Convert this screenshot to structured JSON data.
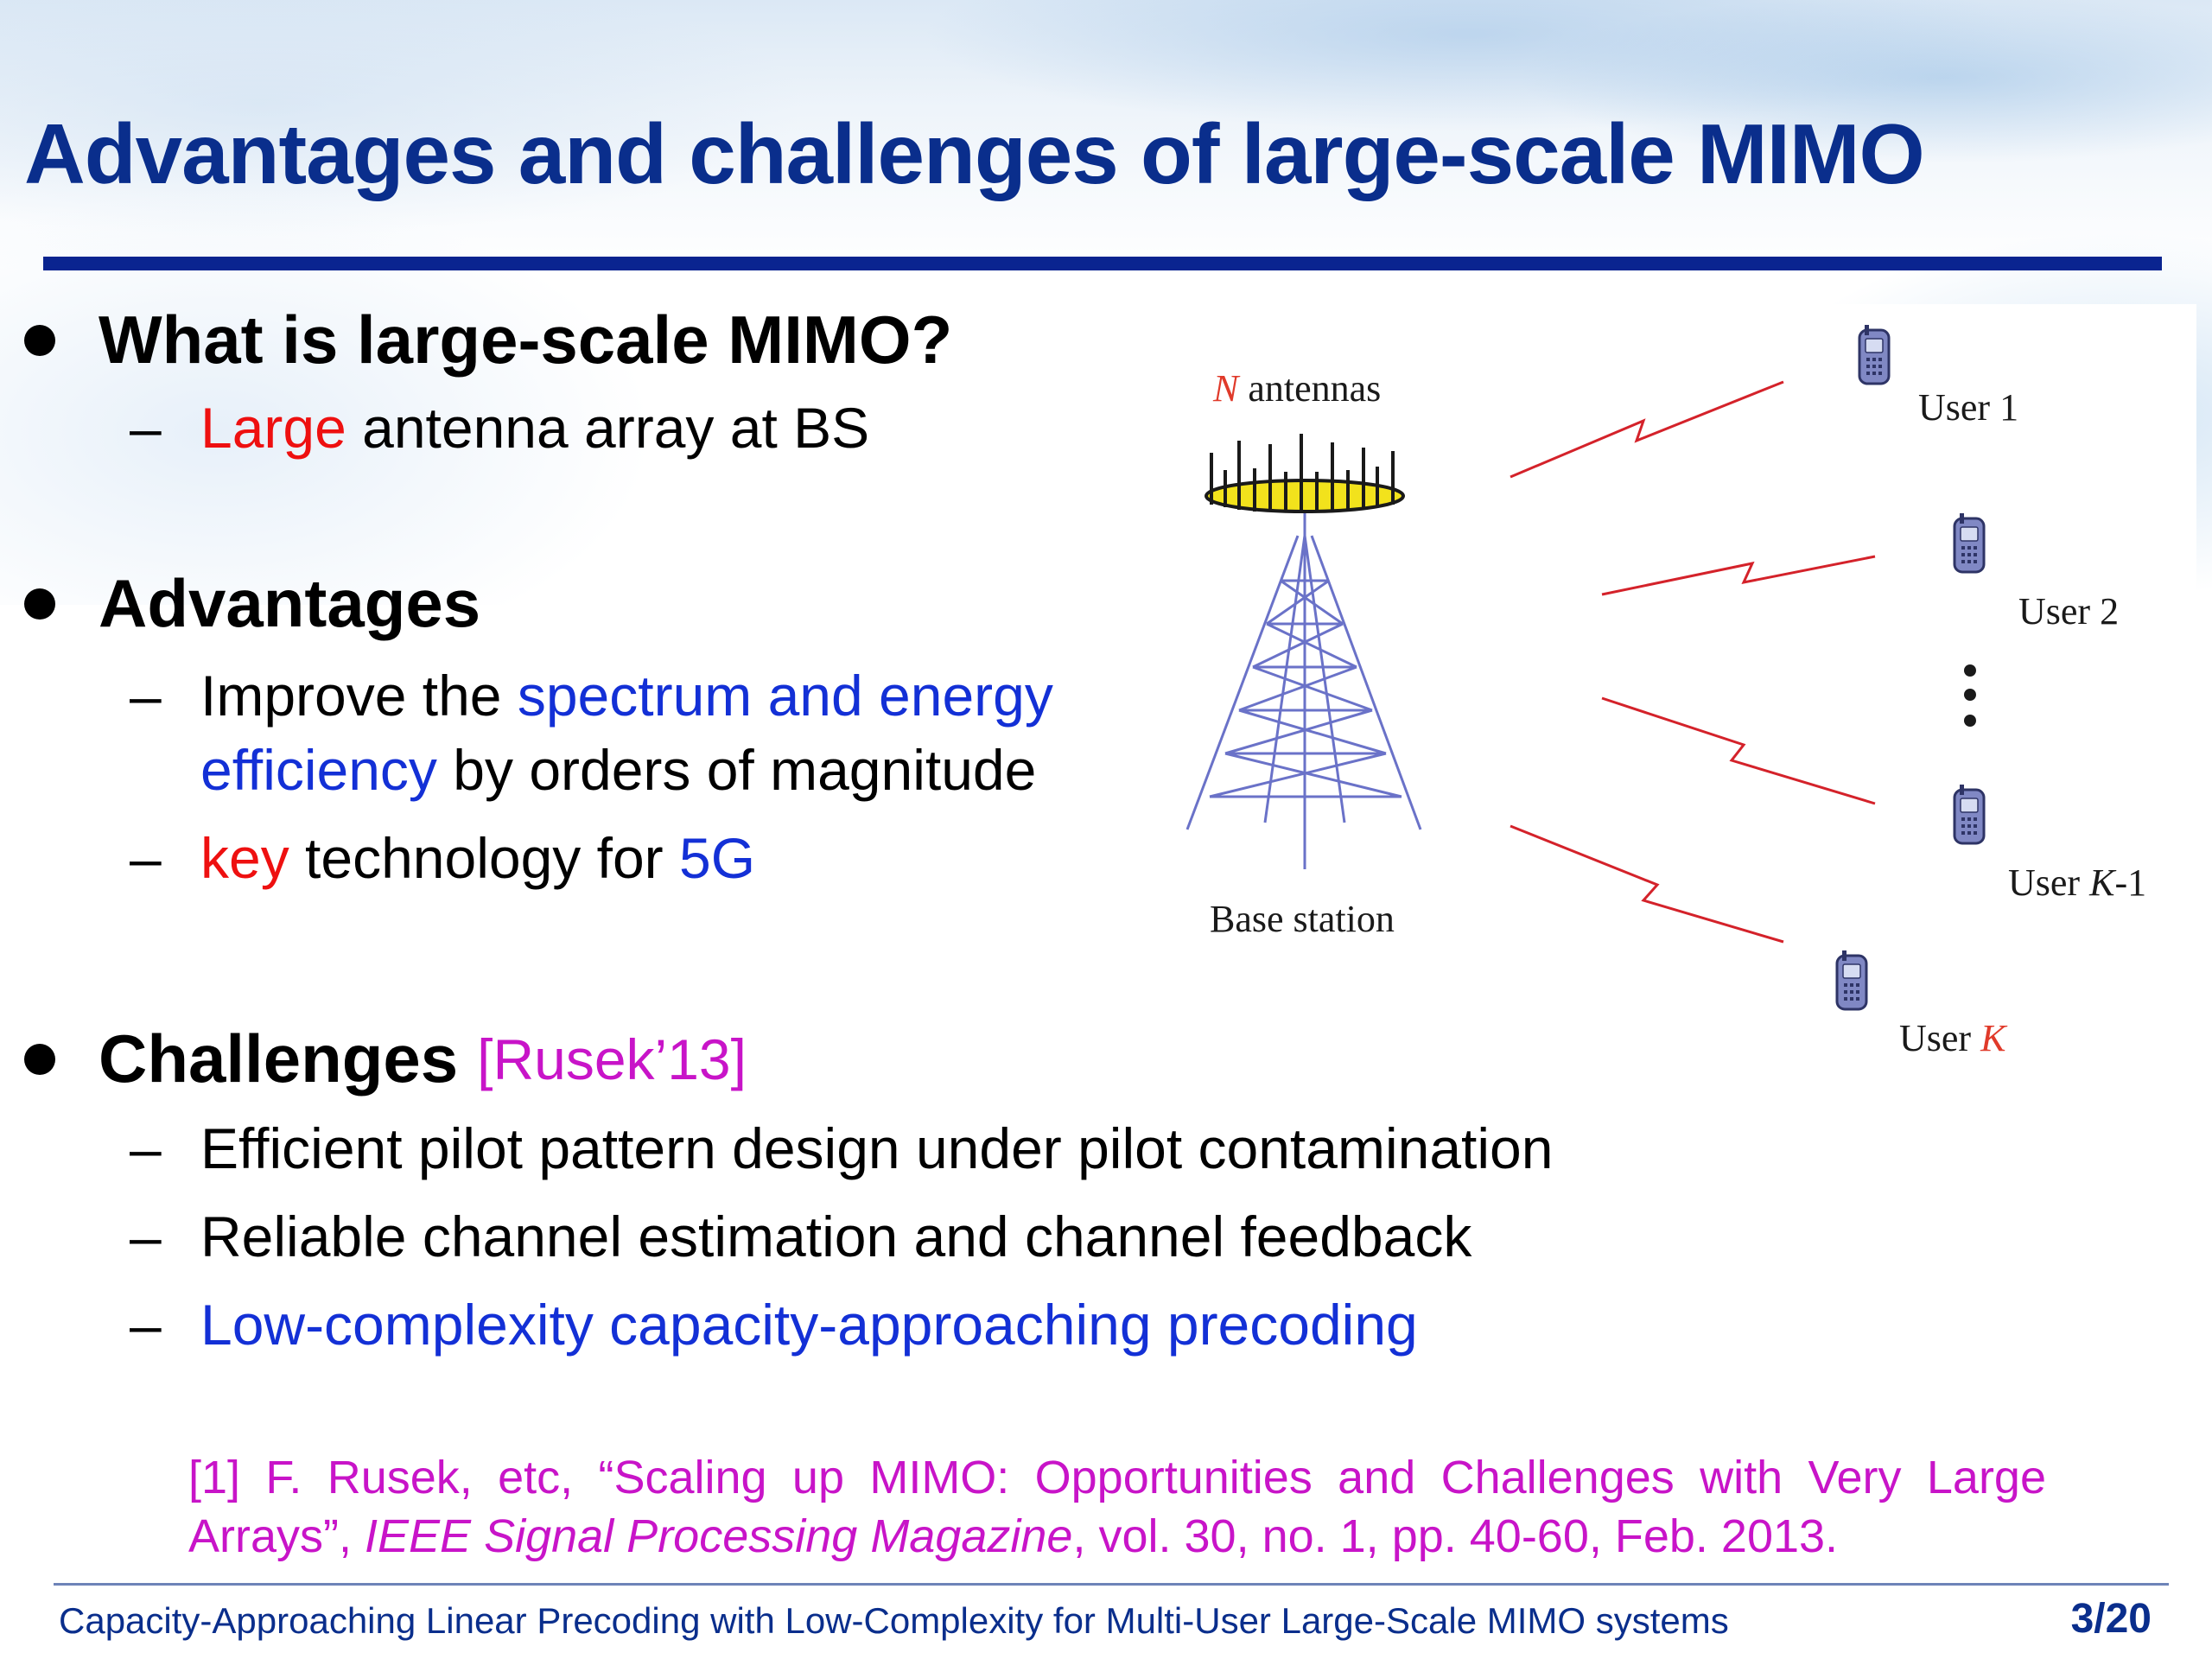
{
  "slide": {
    "title": "Advantages and challenges of large-scale MIMO"
  },
  "sections": {
    "what": {
      "heading": "What is large-scale MIMO?",
      "item1_highlight": "Large",
      "item1_rest": " antenna array at BS"
    },
    "advantages": {
      "heading": "Advantages",
      "item1_prefix": "Improve the ",
      "item1_highlight_line1": "spectrum and energy",
      "item1_highlight_line2": "efficiency",
      "item1_suffix": " by orders of magnitude",
      "item2_highlight": "key",
      "item2_middle": " technology for ",
      "item2_highlight2": "5G"
    },
    "challenges": {
      "heading": "Challenges",
      "citation": "[Rusek’13]",
      "item1": "Efficient pilot pattern design under pilot contamination",
      "item2": "Reliable channel estimation and channel feedback",
      "item3": "Low-complexity capacity-approaching precoding"
    }
  },
  "figure": {
    "antennas_var": "N",
    "antennas_label": " antennas",
    "base_station": "Base station",
    "users": [
      {
        "prefix": "User ",
        "suffix": "1"
      },
      {
        "prefix": "User ",
        "suffix": "2"
      },
      {
        "prefix": "User ",
        "var": "K",
        "suffix": "-1"
      },
      {
        "prefix": "User ",
        "var": "K",
        "suffix": ""
      }
    ],
    "colors": {
      "signal": "#d4222a",
      "tower": "#6a72c8",
      "antenna_disc": "#f2e21c"
    }
  },
  "reference": {
    "part1": "[1] F. Rusek, etc, “Scaling up MIMO: Opportunities and Challenges with Very Large Arrays”, ",
    "journal": "IEEE Signal Processing Magazine",
    "part2": ", vol. 30, no. 1, pp. 40-60, Feb. 2013."
  },
  "footer": {
    "talk_title": "Capacity-Approaching Linear Precoding with Low-Complexity for Multi-User Large-Scale MIMO systems",
    "page": "3/20"
  },
  "colors": {
    "title_blue": "#0a2e8c",
    "highlight_red": "#ee1010",
    "highlight_blue": "#1330d6",
    "citation_magenta": "#c814c8"
  }
}
